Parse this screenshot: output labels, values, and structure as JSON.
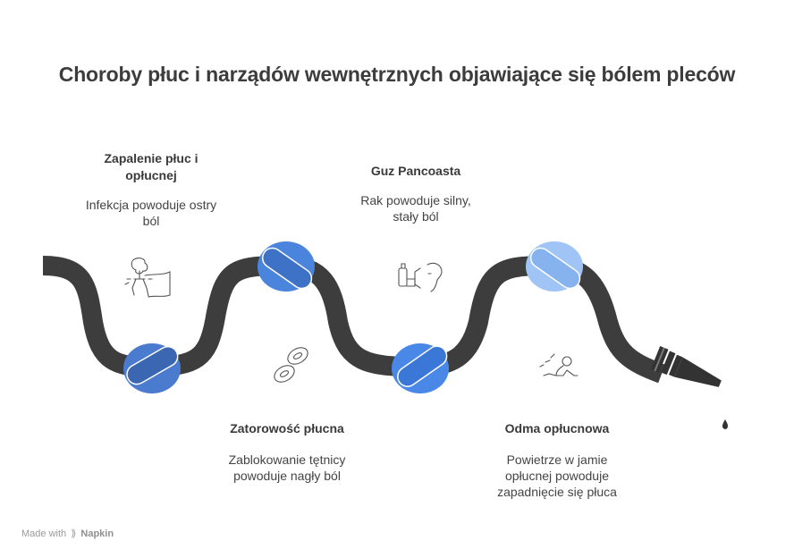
{
  "title": "Choroby płuc i narządów wewnętrznych objawiające się bólem pleców",
  "items": [
    {
      "heading": "Zapalenie płuc i opłucnej",
      "description": "Infekcja powoduje ostry ból",
      "icon": "lungs-icon",
      "knot_color": "#4a7bcf"
    },
    {
      "heading": "Zatorowość płucna",
      "description": "Zablokowanie tętnicy powoduje nagły ból",
      "icon": "blood-cells-icon",
      "knot_color": "#4a84dc"
    },
    {
      "heading": "Guz Pancoasta",
      "description": "Rak powoduje silny, stały ból",
      "icon": "inhaler-icon",
      "knot_color": "#4a88e8"
    },
    {
      "heading": "Odma opłucnowa",
      "description": "Powietrze w jamie opłucnej powoduje zapadnięcie się płuca",
      "icon": "collapsed-person-icon",
      "knot_color": "#9fc4f5"
    }
  ],
  "footer": {
    "made_with": "Made with",
    "brand": "Napkin"
  },
  "colors": {
    "hose": "#3d3d3d",
    "nozzle": "#333333"
  }
}
